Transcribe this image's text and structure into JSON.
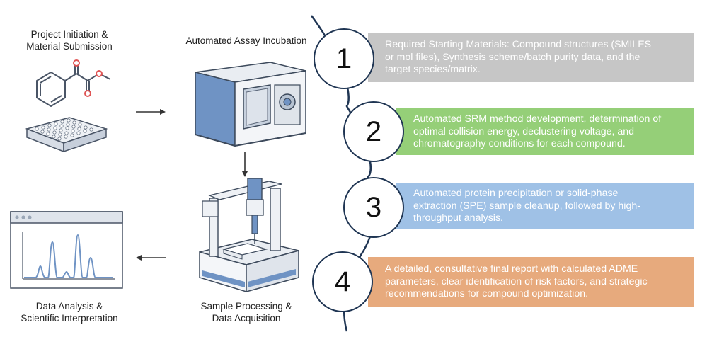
{
  "stages": {
    "project": {
      "line1": "Project Initiation &",
      "line2": "Material Submission"
    },
    "incubation": {
      "line1": "Automated Assay Incubation"
    },
    "processing": {
      "line1": "Sample Processing &",
      "line2": "Data Acquisition"
    },
    "analysis": {
      "line1": "Data Analysis &",
      "line2": "Scientific Interpretation"
    }
  },
  "steps": [
    {
      "number": "1",
      "line1": "Required Starting Materials: Compound structures (SMILES",
      "line2": "or mol files), Synthesis scheme/batch purity data, and the",
      "line3": "target species/matrix.",
      "color": "#c6c6c6"
    },
    {
      "number": "2",
      "line1": "Automated SRM method development, determination of",
      "line2": "optimal collision energy, declustering voltage, and",
      "line3": "chromatography conditions for each compound.",
      "color": "#95cf78"
    },
    {
      "number": "3",
      "line1": "Automated protein precipitation or solid-phase",
      "line2": "extraction (SPE) sample cleanup, followed by high-",
      "line3": "throughput analysis.",
      "color": "#9fc1e6"
    },
    {
      "number": "4",
      "line1": "A detailed, consultative final report with calculated ADME",
      "line2": "parameters, clear identification of risk factors, and strategic",
      "line3": "recommendations for compound optimization.",
      "color": "#e7aa7d"
    }
  ],
  "colors": {
    "timeline": "#1f3553",
    "arrow": "#333333",
    "molecule_bond": "#4a5566",
    "molecule_oxygen": "#e05555",
    "instrument_blue": "#6f93c4"
  },
  "icons": [
    "molecule-icon",
    "well-plate-icon",
    "incubator-icon",
    "liquid-handler-icon",
    "chromatogram-window-icon"
  ]
}
